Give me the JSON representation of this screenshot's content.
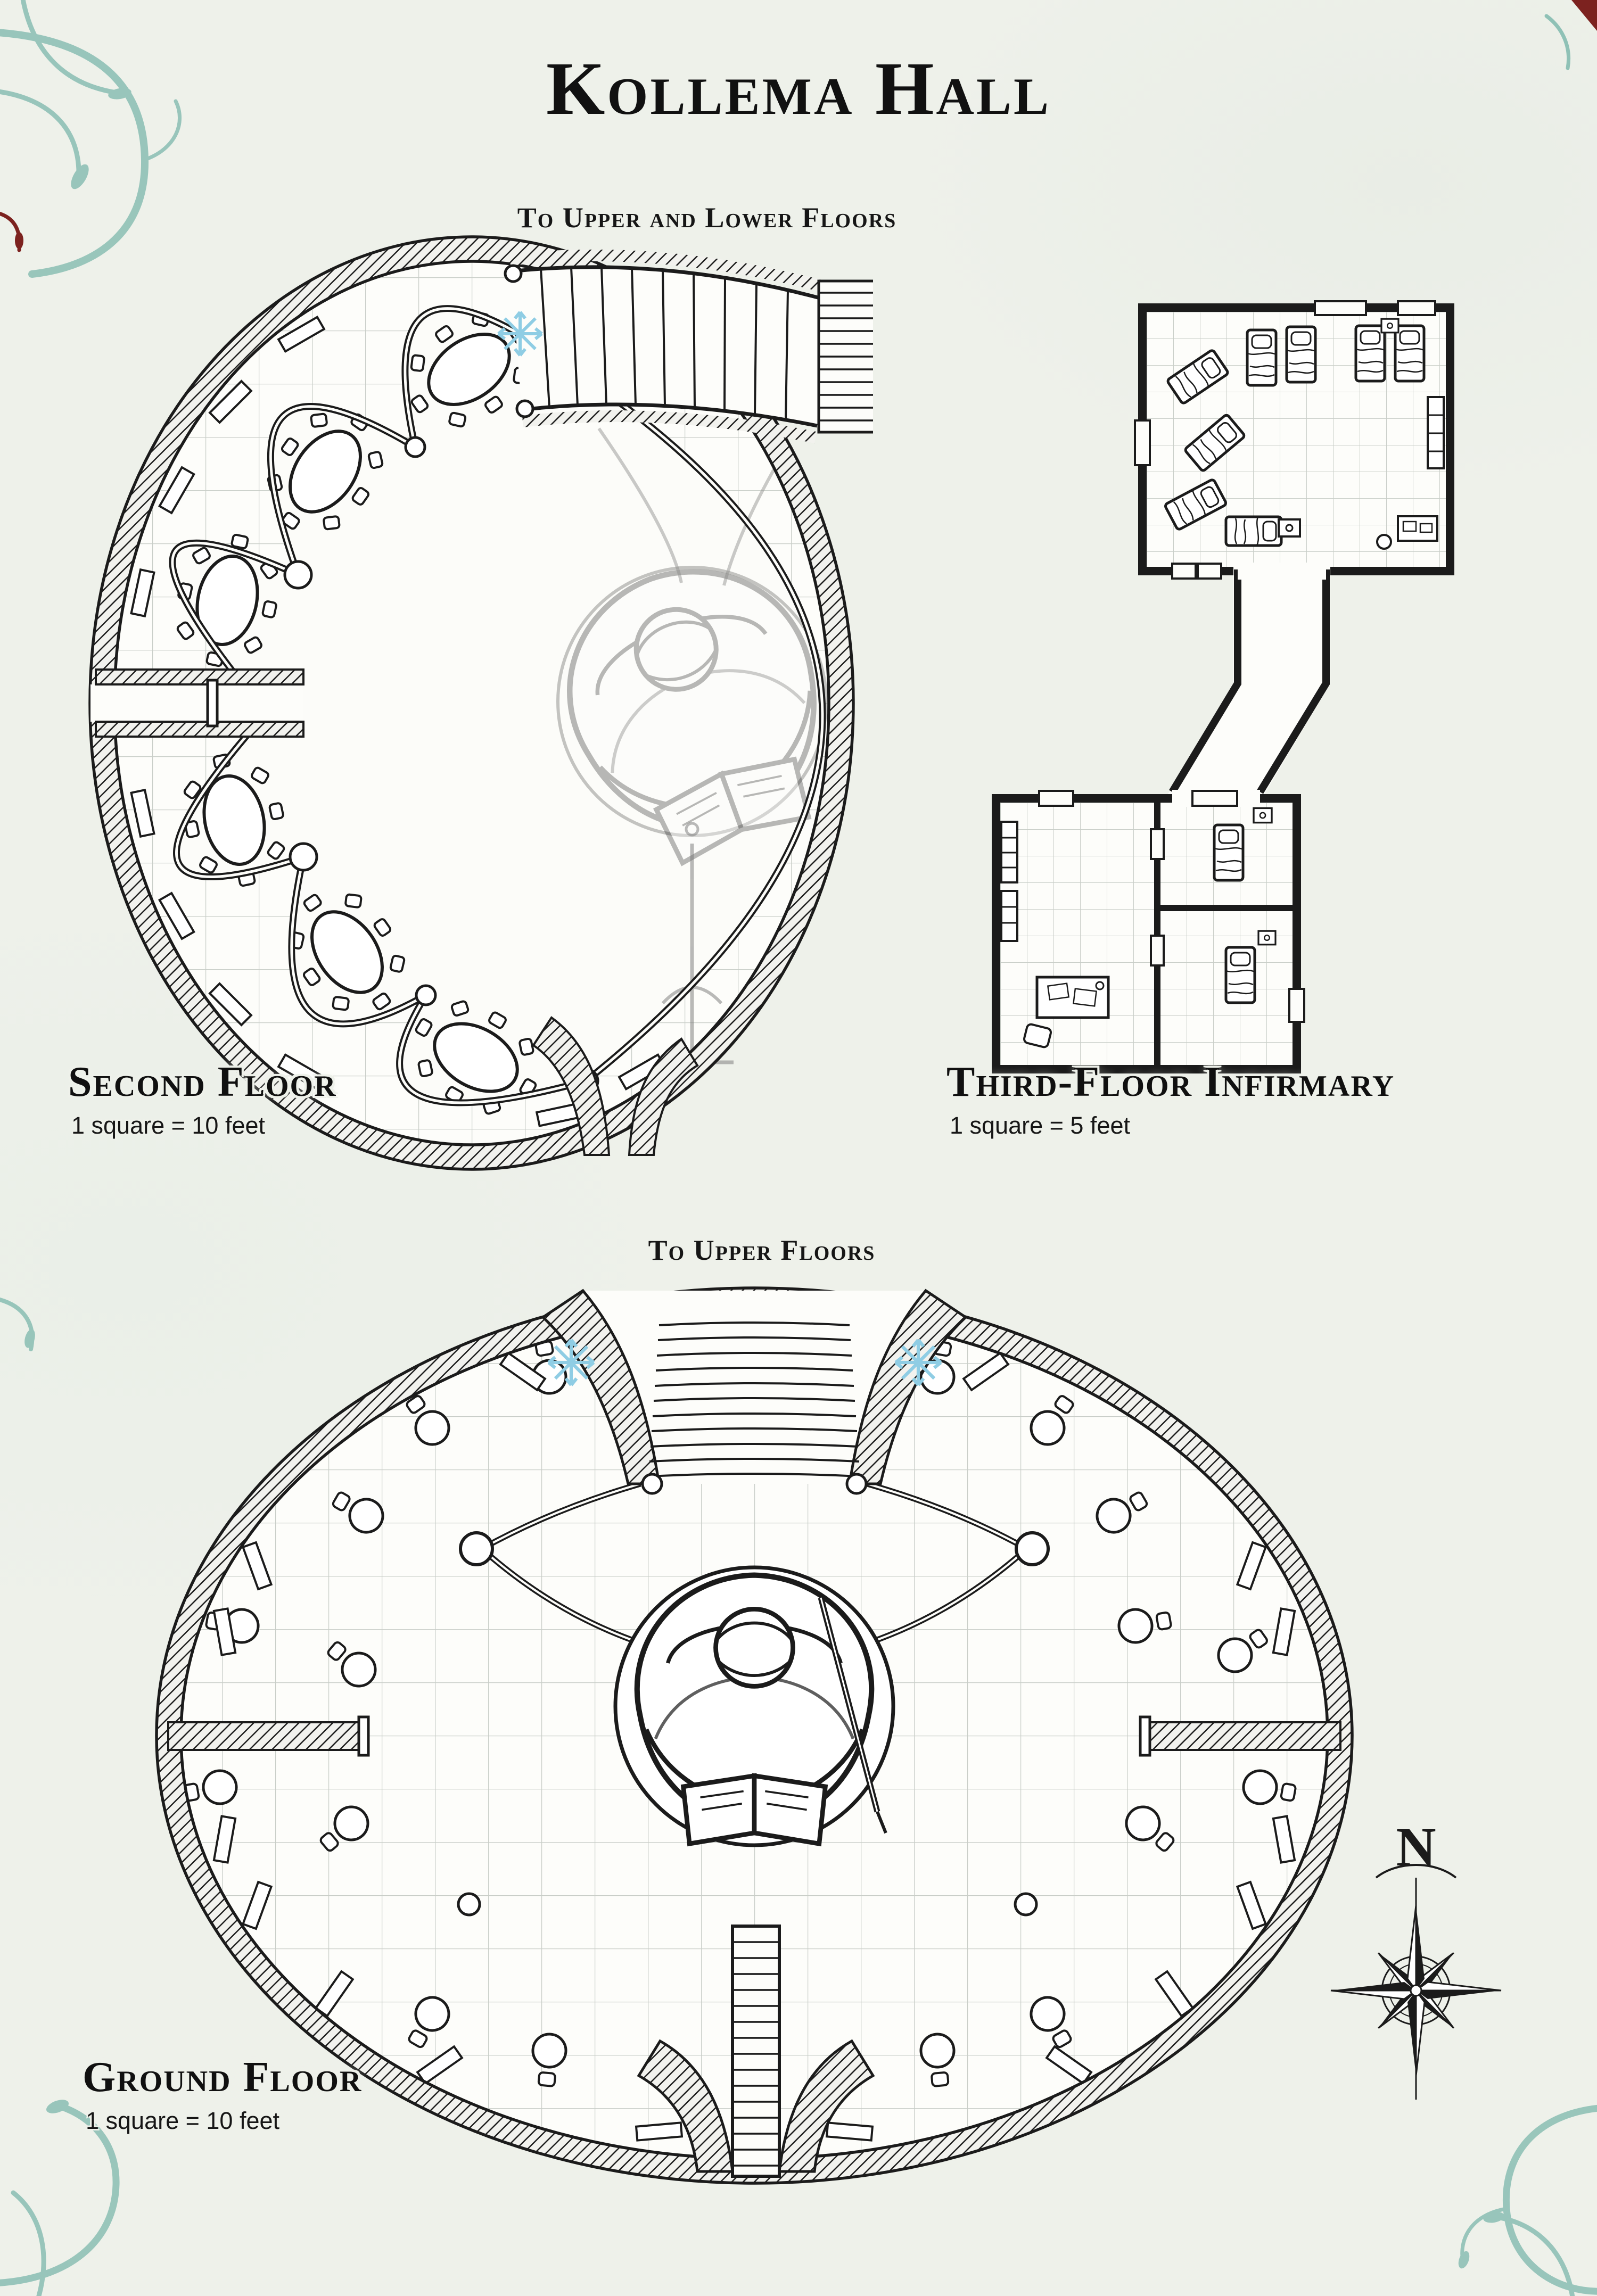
{
  "page": {
    "title": "Kollema Hall"
  },
  "labels": {
    "to_upper_lower": "To Upper and Lower Floors",
    "to_upper": "To Upper Floors"
  },
  "maps": {
    "second_floor": {
      "title": "Second Floor",
      "scale": "1 square = 10 feet"
    },
    "third_floor_infirmary": {
      "title": "Third-Floor Infirmary",
      "scale": "1 square = 5 feet"
    },
    "ground_floor": {
      "title": "Ground Floor",
      "scale": "1 square = 10 feet"
    }
  },
  "compass": {
    "north_label": "N"
  },
  "colors": {
    "parchment": "#eef1ea",
    "ink": "#1b1b1b",
    "grid_line": "#c9cec8",
    "flourish_teal": "#8fc1b6",
    "accent_red": "#7c221f",
    "snowflake_blue": "#8fcde4",
    "ghost_gray": "#8a8a88"
  },
  "icons": {
    "snowflake-icon": "❄",
    "compass-rose-icon": "✴",
    "corner-flourish-icon": "❧",
    "scholar-figure-illustration": "robed scholar reading a book (top-down)"
  }
}
